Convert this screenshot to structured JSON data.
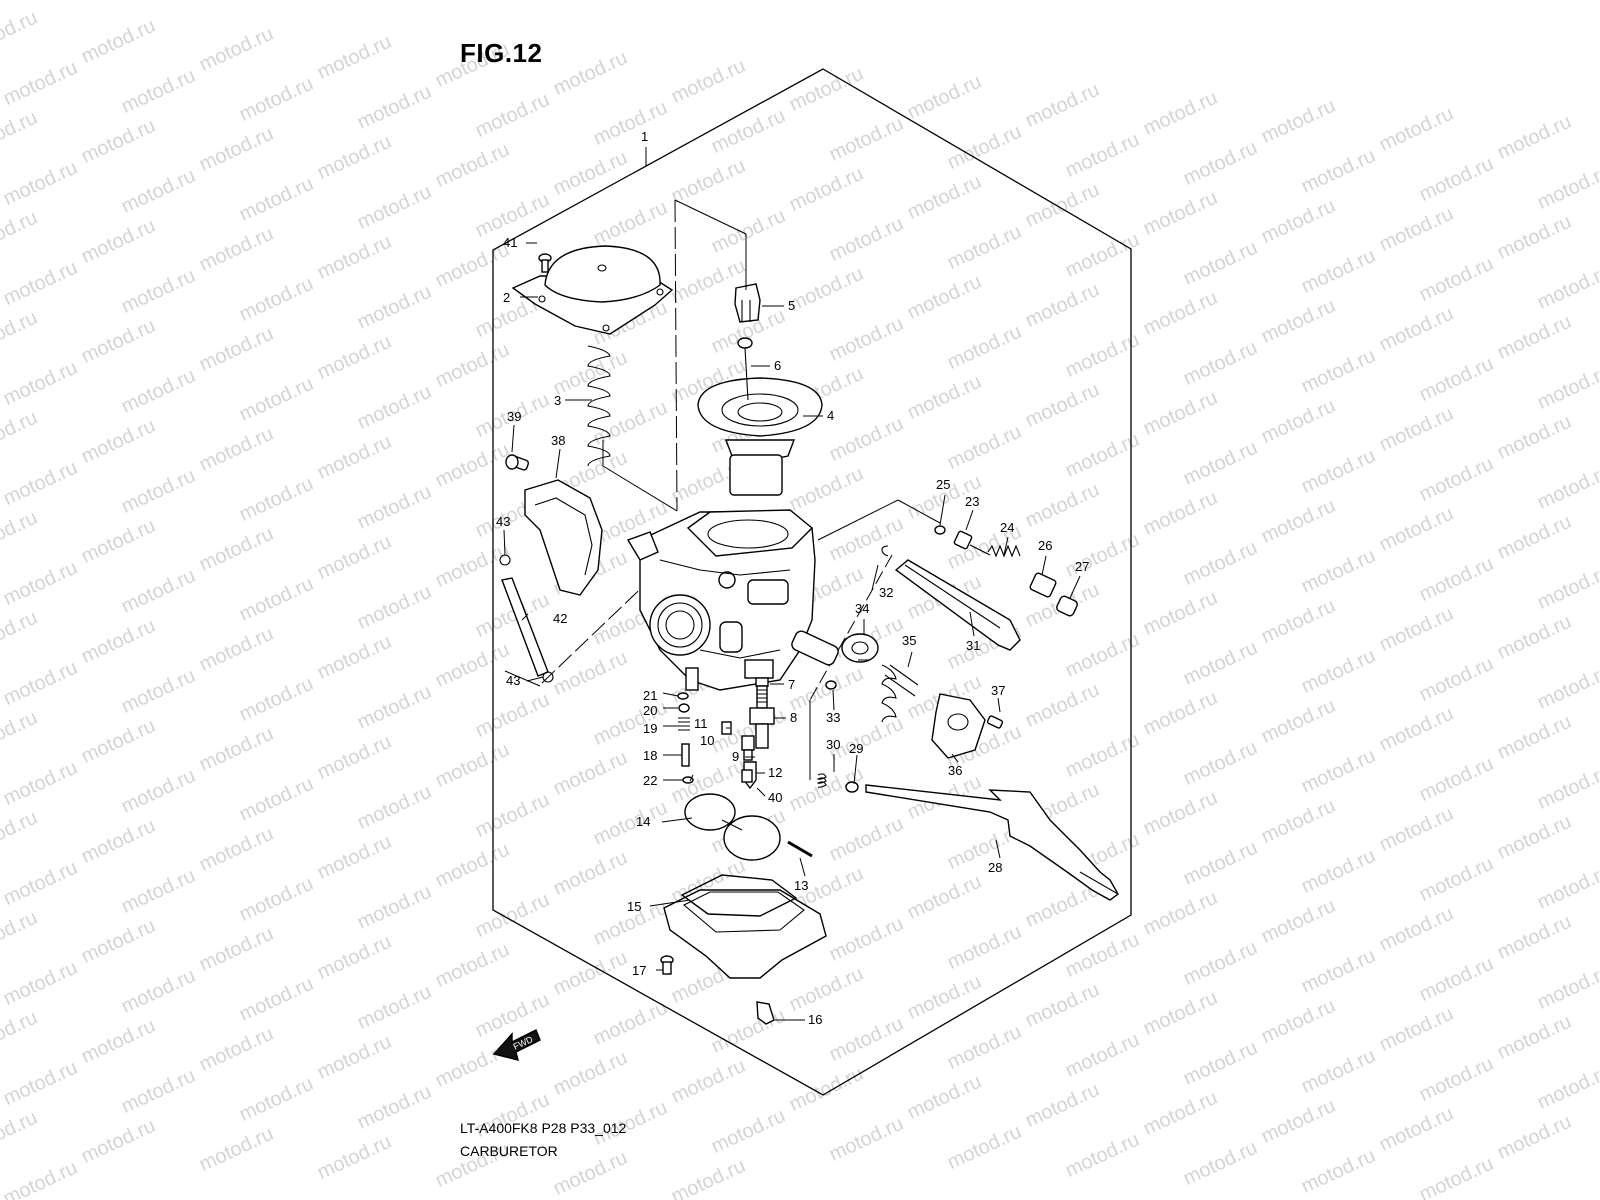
{
  "figure": {
    "title": "FIG.12",
    "code": "LT-A400FK8 P28 P33_012",
    "name": "CARBURETOR",
    "watermark": "motod.ru",
    "fwd_label": "FWD"
  },
  "parts": {
    "p1": "1",
    "p2": "2",
    "p3": "3",
    "p4": "4",
    "p5": "5",
    "p6": "6",
    "p7": "7",
    "p8": "8",
    "p9": "9",
    "p10": "10",
    "p11": "11",
    "p12": "12",
    "p13": "13",
    "p14": "14",
    "p15": "15",
    "p16": "16",
    "p17": "17",
    "p18": "18",
    "p19": "19",
    "p20": "20",
    "p21": "21",
    "p22": "22",
    "p23": "23",
    "p24": "24",
    "p25": "25",
    "p26": "26",
    "p27": "27",
    "p28": "28",
    "p29": "29",
    "p30": "30",
    "p31": "31",
    "p32": "32",
    "p33": "33",
    "p34": "34",
    "p35": "35",
    "p36": "36",
    "p37": "37",
    "p38": "38",
    "p39": "39",
    "p40": "40",
    "p41": "41",
    "p42": "42",
    "p43a": "43",
    "p43b": "43"
  }
}
